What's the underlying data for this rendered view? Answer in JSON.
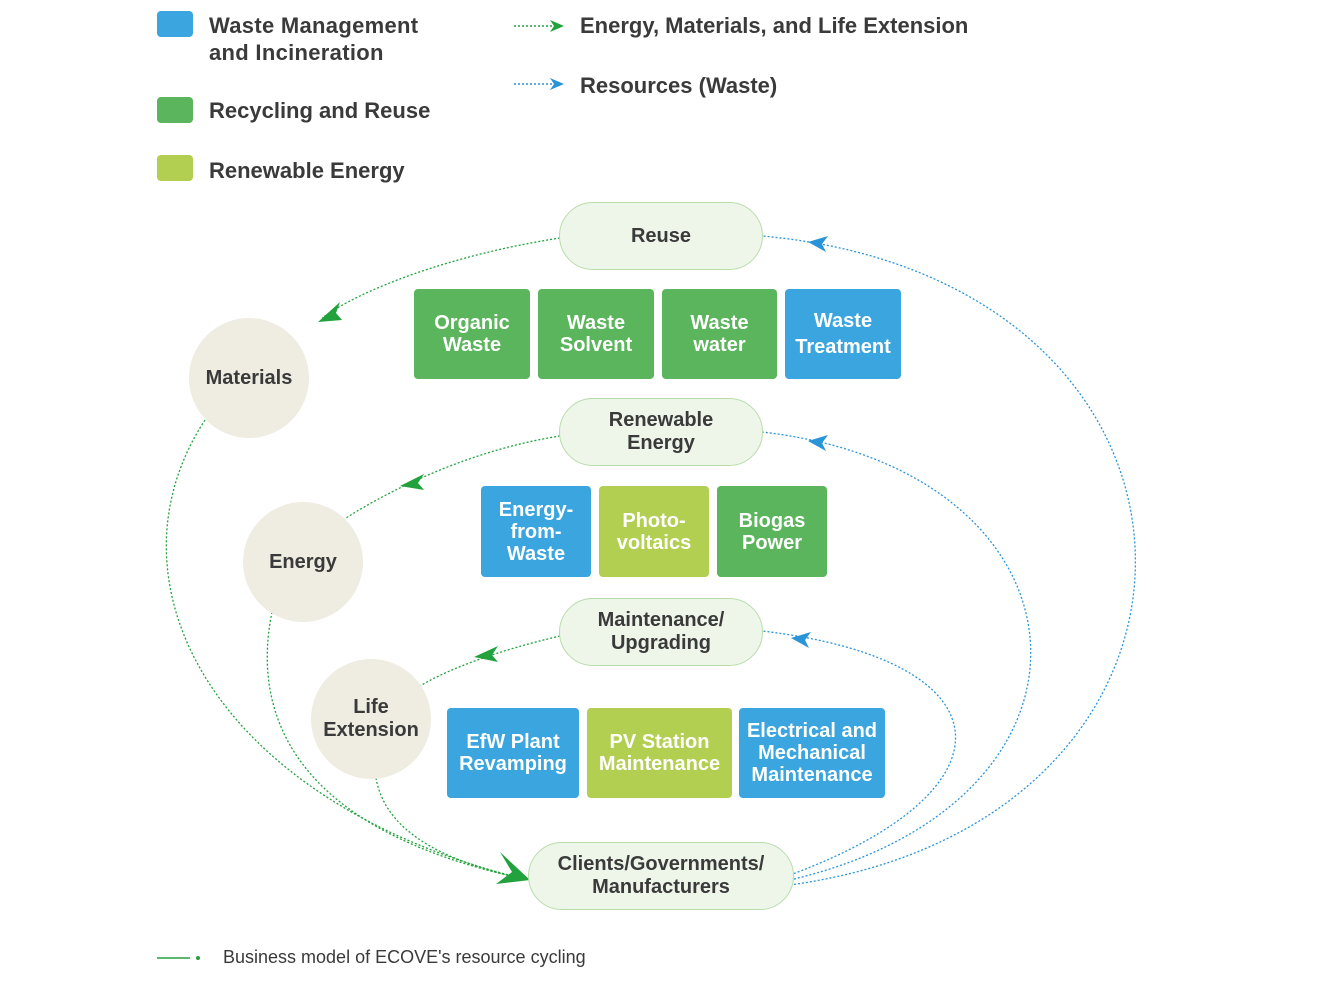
{
  "legend": {
    "categories": [
      {
        "label": "Waste  Management\nand Incineration",
        "color": "#3aa5df"
      },
      {
        "label": "Recycling and Reuse",
        "color": "#5bb55c"
      },
      {
        "label": "Renewable Energy",
        "color": "#b3cf52"
      }
    ],
    "flows": [
      {
        "label": "Energy, Materials, and Life Extension",
        "color": "#22a23c"
      },
      {
        "label": "Resources (Waste)",
        "color": "#2a94d8"
      }
    ]
  },
  "nodes": {
    "reuse": "Reuse",
    "renewable_energy": "Renewable\nEnergy",
    "maintenance": "Maintenance/\nUpgrading",
    "clients": "Clients/Governments/\nManufacturers",
    "materials": "Materials",
    "energy": "Energy",
    "life_extension": "Life\nExtension"
  },
  "boxes": {
    "row1": [
      {
        "label": "Organic\nWaste",
        "category": "green"
      },
      {
        "label": "Waste\nSolvent",
        "category": "green"
      },
      {
        "label": "Waste\nwater",
        "category": "green"
      },
      {
        "label": "Waste\nTreatment",
        "category": "blue"
      }
    ],
    "row2": [
      {
        "label": "Energy-\nfrom-\nWaste",
        "category": "blue"
      },
      {
        "label": "Photo-\nvoltaics",
        "category": "lime"
      },
      {
        "label": "Biogas\nPower",
        "category": "green"
      }
    ],
    "row3": [
      {
        "label": "EfW Plant\nRevamping",
        "category": "blue"
      },
      {
        "label": "PV Station\nMaintenance",
        "category": "lime"
      },
      {
        "label": "Electrical and\nMechanical\nMaintenance",
        "category": "blue"
      }
    ]
  },
  "caption": "Business model of ECOVE's resource cycling"
}
